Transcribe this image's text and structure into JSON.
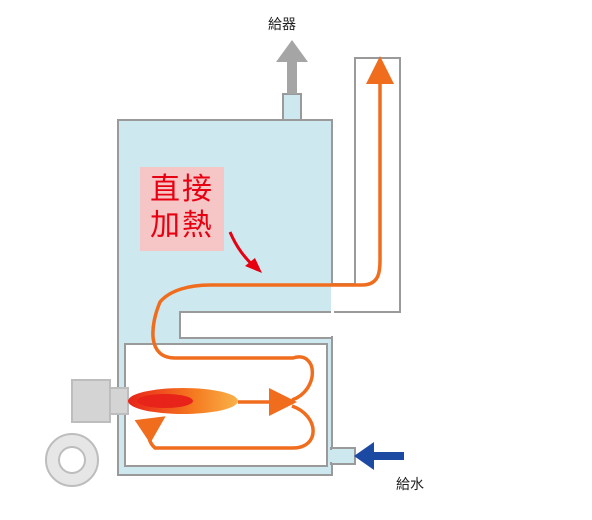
{
  "labels": {
    "supply": "給器",
    "inlet": "給水",
    "heating_line1": "直接",
    "heating_line2": "加熱"
  },
  "colors": {
    "water": "#cde8ef",
    "outline": "#9a9a9a",
    "flow": "#f06d1e",
    "flame_core": "#e8231a",
    "supply_arrow": "#a5a5a5",
    "inlet_arrow": "#1c4aa3",
    "label_red": "#e60012",
    "label_bg": "#f6c6c6",
    "burner": "#d4d4d4"
  }
}
